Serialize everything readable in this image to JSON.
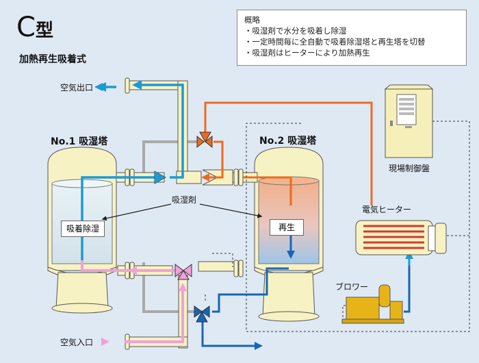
{
  "header": {
    "type_label": "C",
    "type_suffix": "型",
    "subtitle": "加熱再生吸着式"
  },
  "overview": {
    "title": "概略",
    "items": [
      "・吸湿剤で水分を吸着し除湿",
      "・一定時間毎に全自動で吸着除湿塔と再生塔を切替",
      "・吸湿剤はヒーターにより加熱再生"
    ]
  },
  "labels": {
    "air_outlet": "空気出口",
    "air_inlet": "空気入口",
    "tower1": "No.1 吸湿塔",
    "tower2": "No.2 吸湿塔",
    "desiccant": "吸湿剤",
    "adsorption": "吸着除湿",
    "regeneration": "再生",
    "control_panel": "現場制御盤",
    "heater": "電気ヒーター",
    "blower": "ブロワー"
  },
  "colors": {
    "background": "#dfe9f4",
    "vessel": "#f7f2c4",
    "pipe_dry": "#1b9ad6",
    "pipe_wet": "#f49fd8",
    "pipe_hot": "#ee6a1f",
    "pipe_regen_return": "#1766b5",
    "pipe_gray": "#a9a9a9",
    "panel": "#f6efb9",
    "heater_coil": "#d23b2a",
    "blower": "#e7b418"
  }
}
